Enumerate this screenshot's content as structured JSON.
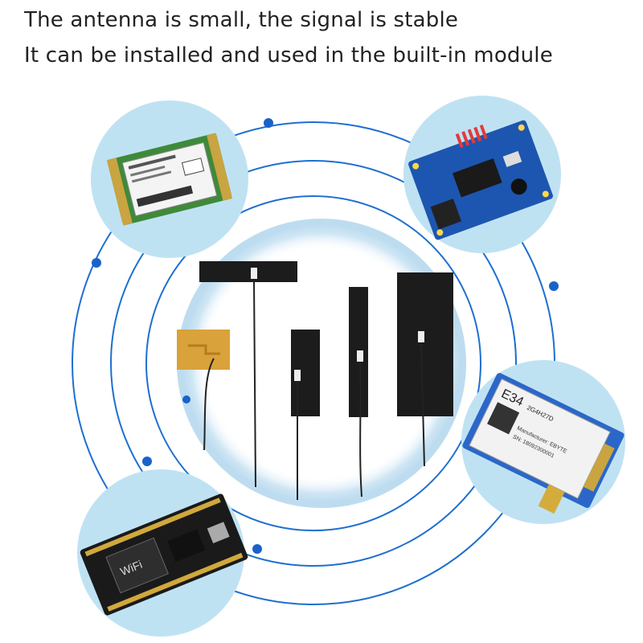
{
  "headline": {
    "line1": "The antenna is small, the signal is stable",
    "line2": "It can be installed and used in the built-in module"
  },
  "colors": {
    "ring": "#1e6fd0",
    "accent_dot": "#1a62c9",
    "bubble": "#bfe2f3",
    "inner_glow": "#d8ecf7",
    "antenna_fpc": "#1c1c1c",
    "antenna_copper": "#d9a23a",
    "pcb_green": "#3f8a3a",
    "pcb_blue": "#1d56b0",
    "pcb_black": "#1a1a1a"
  },
  "modules": [
    {
      "id": "msata-ssd",
      "label_text": "",
      "description_icon": "msata-ssd-card"
    },
    {
      "id": "blue-pcb",
      "description_icon": "blue-pcb-board"
    },
    {
      "id": "e34-module",
      "chip_label": "E34",
      "chip_model": "2G4H27D",
      "chip_maker": "Manufacturer: EBYTE",
      "chip_sn": "SN: 18092300001"
    },
    {
      "id": "esp-board",
      "chip_label": "WiFi"
    }
  ]
}
